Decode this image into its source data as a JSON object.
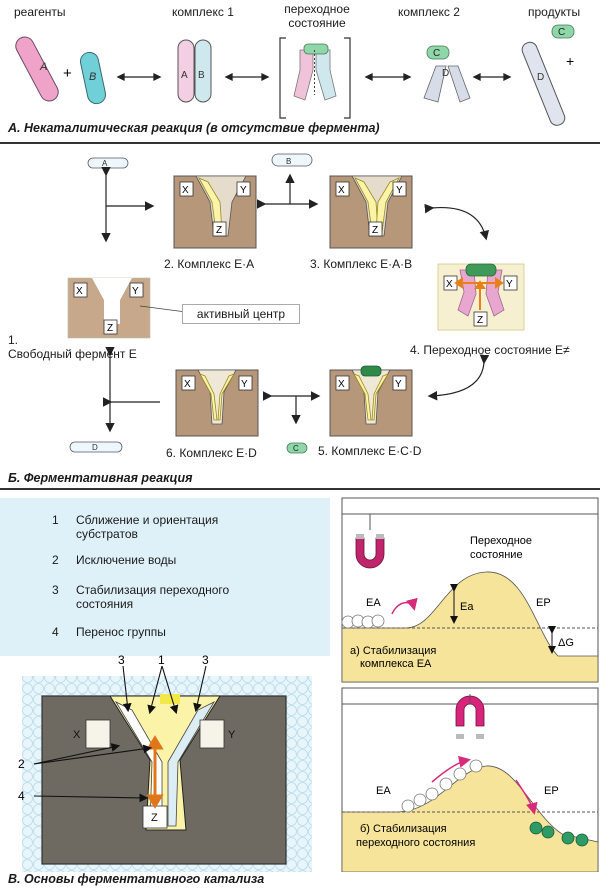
{
  "sectionA": {
    "labels": {
      "reagents": "реагенты",
      "complex1": "комплекс 1",
      "transition_line1": "переходное",
      "transition_line2": "состояние",
      "complex2": "комплекс 2",
      "products": "продукты"
    },
    "plus": "+",
    "letters": {
      "a": "A",
      "b": "B",
      "c": "C",
      "d": "D"
    },
    "title": "А. Некаталитическая реакция (в отсутствие фермента)"
  },
  "sectionB": {
    "sites": {
      "x": "X",
      "y": "Y",
      "z": "Z"
    },
    "substrates": {
      "a": "A",
      "b": "B",
      "d": "D",
      "c": "C"
    },
    "free_enzyme_num": "1.",
    "free_enzyme": "Свободный фермент E",
    "active_center": "активный центр",
    "complex2": "2. Комплекс E·A",
    "complex3": "3. Комплекс E·A·B",
    "transition": "4. Переходное состояние E≠",
    "complex5": "5. Комплекс E·C·D",
    "complex6": "6. Комплекс E·D",
    "title": "Б. Ферментативная реакция"
  },
  "sectionV": {
    "list": [
      {
        "num": "1",
        "line1": "Сближение и ориентация",
        "line2": "субстратов"
      },
      {
        "num": "2",
        "line1": "Исключение воды",
        "line2": ""
      },
      {
        "num": "3",
        "line1": "Стабилизация переходного",
        "line2": "состояния"
      },
      {
        "num": "4",
        "line1": "Перенос группы",
        "line2": ""
      }
    ],
    "diagram_callouts": {
      "three_left": "3",
      "one": "1",
      "three_right": "3",
      "two": "2",
      "four": "4"
    },
    "sites": {
      "x": "X",
      "y": "Y",
      "z": "Z"
    },
    "energy": {
      "transition_line1": "Переходное",
      "transition_line2": "состояние",
      "ea": "EA",
      "ep": "EP",
      "ea_sub": "Ea",
      "dg": "ΔG",
      "a_line1": "а) Стабилизация",
      "a_line2": "комплекса EA",
      "b_line1": "б) Стабилизация",
      "b_line2": "переходного состояния"
    },
    "title": "В. Основы ферментативного катализа"
  }
}
